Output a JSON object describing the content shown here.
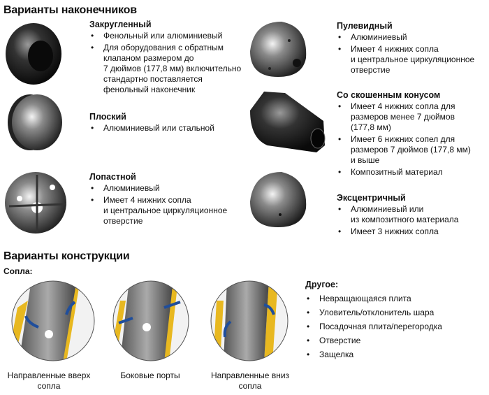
{
  "tips_section": {
    "title": "Варианты наконечников",
    "items": [
      {
        "name": "Закругленный",
        "bullets": [
          "Фенольный или алюминиевый",
          "Для оборудования с обратным\nклапаном размером до\n7 дюймов (177,8 мм) включительно\nстандартно поставляется\nфенольный наконечник"
        ]
      },
      {
        "name": "Плоский",
        "bullets": [
          "Алюминиевый или стальной"
        ]
      },
      {
        "name": "Лопастной",
        "bullets": [
          "Алюминиевый",
          "Имеет 4 нижних сопла\nи центральное циркуляционное\nотверстие"
        ]
      },
      {
        "name": "Пулевидный",
        "bullets": [
          "Алюминиевый",
          "Имеет 4 нижних сопла\nи центральное циркуляционное\nотверстие"
        ]
      },
      {
        "name": "Со скошенным конусом",
        "bullets": [
          "Имеет 4 нижних сопла для\nразмеров менее 7 дюймов\n(177,8 мм)",
          "Имеет 6 нижних сопел для\nразмеров 7 дюймов (177,8 мм)\nи выше",
          "Композитный материал"
        ]
      },
      {
        "name": "Эксцентричный",
        "bullets": [
          "Алюминиевый или\nиз композитного материала",
          "Имеет 3 нижних сопла"
        ]
      }
    ]
  },
  "design_section": {
    "title": "Варианты конструкции",
    "nozzles_label": "Сопла:",
    "nozzles": [
      "Направленные вверх\nсопла",
      "Боковые порты",
      "Направленные вниз\nсопла"
    ],
    "other_label": "Другое:",
    "other": [
      "Невращающаяся плита",
      "Уловитель/отклонитель шара",
      "Посадочная плита/перегородка",
      "Отверстие",
      "Защелка"
    ]
  },
  "colors": {
    "yellow": "#e8b820",
    "arrow": "#1f4e9c"
  }
}
